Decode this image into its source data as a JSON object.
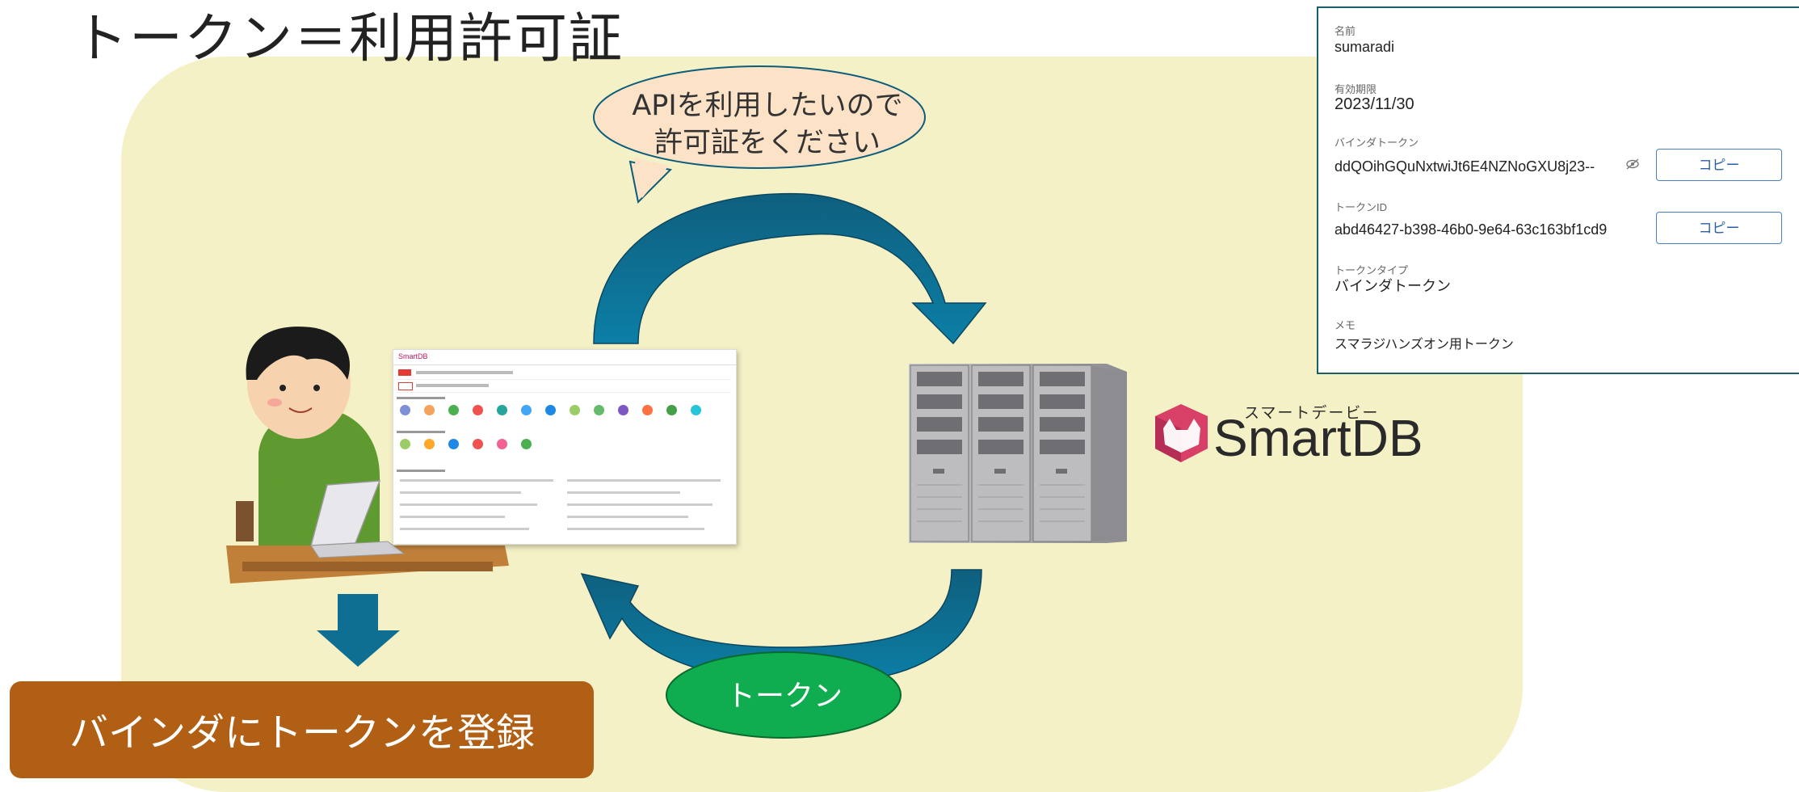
{
  "title": "トークン＝利用許可証",
  "bubble": {
    "line1": "APIを利用したいので",
    "line2": "許可証をください"
  },
  "token_label": "トークン",
  "register_label": "バインダにトークンを登録",
  "logo": {
    "name": "SmartDB",
    "kana": "スマートデービー"
  },
  "card": {
    "name_label": "名前",
    "name_value": "sumaradi",
    "expiry_label": "有効期限",
    "expiry_value": "2023/11/30",
    "binder_token_label": "バインダトークン",
    "binder_token_value": "ddQOihGQuNxtwiJt6E4NZNoGXU8j23--",
    "token_id_label": "トークンID",
    "token_id_value": "abd46427-b398-46b0-9e64-63c163bf1cd9",
    "token_type_label": "トークンタイプ",
    "token_type_value": "バインダトークン",
    "memo_label": "メモ",
    "memo_value": "スマラジハンズオン用トークン",
    "copy_label": "コピー"
  },
  "colors": {
    "background_panel": "#f5f1c6",
    "arrow": "#0e6a8c",
    "token_ellipse": "#0fad4f",
    "bubble_fill": "#fce3c8",
    "register_box": "#b05f14"
  },
  "icons": [
    "person-at-laptop-illustration",
    "server-rack-illustration",
    "smartdb-cat-logo",
    "eye-slash-icon"
  ]
}
